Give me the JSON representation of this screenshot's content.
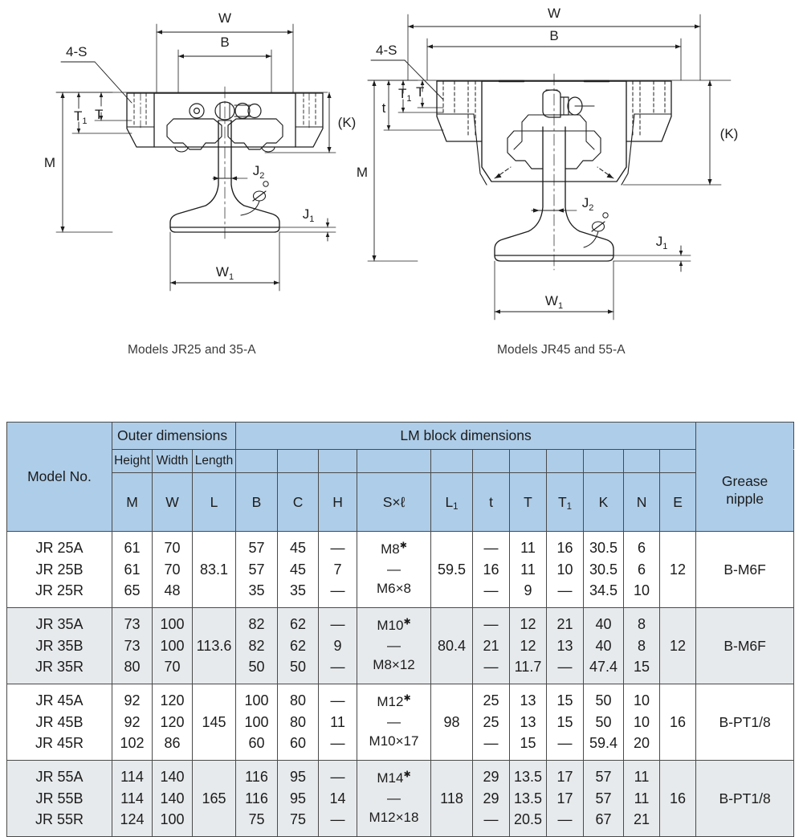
{
  "figures": {
    "left": {
      "caption": "Models JR25 and 35-A",
      "labels": [
        "W",
        "B",
        "4-S",
        "T",
        "T1",
        "M",
        "(K)",
        "J2",
        "J1",
        "W1"
      ]
    },
    "right": {
      "caption": "Models JR45 and 55-A",
      "labels": [
        "W",
        "B",
        "4-S",
        "t",
        "T",
        "T1",
        "M",
        "(K)",
        "J2",
        "J1",
        "W1"
      ]
    }
  },
  "table": {
    "header": {
      "model_no": "Model No.",
      "group_outer": "Outer dimensions",
      "group_block": "LM block dimensions",
      "outer_words": [
        "Height",
        "Width",
        "Length"
      ],
      "outer_syms": [
        "M",
        "W",
        "L"
      ],
      "block_syms": [
        "B",
        "C",
        "H",
        "S×ℓ",
        "L",
        "t",
        "T",
        "T",
        "K",
        "N",
        "E"
      ],
      "grease_nipple": "Grease\nnipple",
      "grease_nipple_l1": "Grease",
      "grease_nipple_l2": "nipple",
      "sub_L1": "1",
      "sub_T1": "1"
    },
    "colors": {
      "header_bg": "#aecde8",
      "row_alt_bg": "#e7eaec",
      "row_bg": "#ffffff",
      "border": "#4a4a4a",
      "text": "#1c1c1c"
    },
    "groups": [
      {
        "models": [
          "JR 25A",
          "JR 25B",
          "JR 25R"
        ],
        "M": [
          "61",
          "61",
          "65"
        ],
        "W": [
          "70",
          "70",
          "48"
        ],
        "L": "83.1",
        "B": [
          "57",
          "57",
          "35"
        ],
        "C": [
          "45",
          "45",
          "35"
        ],
        "H": [
          "—",
          "7",
          "—"
        ],
        "Sxl": [
          "M8*",
          "—",
          "M6×8"
        ],
        "L1": "59.5",
        "t": [
          "—",
          "16",
          "—"
        ],
        "T": [
          "11",
          "11",
          "9"
        ],
        "T1": [
          "16",
          "10",
          "—"
        ],
        "K": [
          "30.5",
          "30.5",
          "34.5"
        ],
        "N": [
          "6",
          "6",
          "10"
        ],
        "E": "12",
        "nipple": "B-M6F"
      },
      {
        "models": [
          "JR 35A",
          "JR 35B",
          "JR 35R"
        ],
        "M": [
          "73",
          "73",
          "80"
        ],
        "W": [
          "100",
          "100",
          "70"
        ],
        "L": "113.6",
        "B": [
          "82",
          "82",
          "50"
        ],
        "C": [
          "62",
          "62",
          "50"
        ],
        "H": [
          "—",
          "9",
          "—"
        ],
        "Sxl": [
          "M10*",
          "—",
          "M8×12"
        ],
        "L1": "80.4",
        "t": [
          "—",
          "21",
          "—"
        ],
        "T": [
          "12",
          "12",
          "11.7"
        ],
        "T1": [
          "21",
          "13",
          "—"
        ],
        "K": [
          "40",
          "40",
          "47.4"
        ],
        "N": [
          "8",
          "8",
          "15"
        ],
        "E": "12",
        "nipple": "B-M6F"
      },
      {
        "models": [
          "JR 45A",
          "JR 45B",
          "JR 45R"
        ],
        "M": [
          "92",
          "92",
          "102"
        ],
        "W": [
          "120",
          "120",
          "86"
        ],
        "L": "145",
        "B": [
          "100",
          "100",
          "60"
        ],
        "C": [
          "80",
          "80",
          "60"
        ],
        "H": [
          "—",
          "11",
          "—"
        ],
        "Sxl": [
          "M12*",
          "—",
          "M10×17"
        ],
        "L1": "98",
        "t": [
          "25",
          "25",
          "—"
        ],
        "T": [
          "13",
          "13",
          "15"
        ],
        "T1": [
          "15",
          "15",
          "—"
        ],
        "K": [
          "50",
          "50",
          "59.4"
        ],
        "N": [
          "10",
          "10",
          "20"
        ],
        "E": "16",
        "nipple": "B-PT1/8"
      },
      {
        "models": [
          "JR 55A",
          "JR 55B",
          "JR 55R"
        ],
        "M": [
          "114",
          "114",
          "124"
        ],
        "W": [
          "140",
          "140",
          "100"
        ],
        "L": "165",
        "B": [
          "116",
          "116",
          "75"
        ],
        "C": [
          "95",
          "95",
          "75"
        ],
        "H": [
          "—",
          "14",
          "—"
        ],
        "Sxl": [
          "M14*",
          "—",
          "M12×18"
        ],
        "L1": "118",
        "t": [
          "29",
          "29",
          "—"
        ],
        "T": [
          "13.5",
          "13.5",
          "20.5"
        ],
        "T1": [
          "17",
          "17",
          "—"
        ],
        "K": [
          "57",
          "57",
          "67"
        ],
        "N": [
          "11",
          "11",
          "21"
        ],
        "E": "16",
        "nipple": "B-PT1/8"
      }
    ]
  }
}
